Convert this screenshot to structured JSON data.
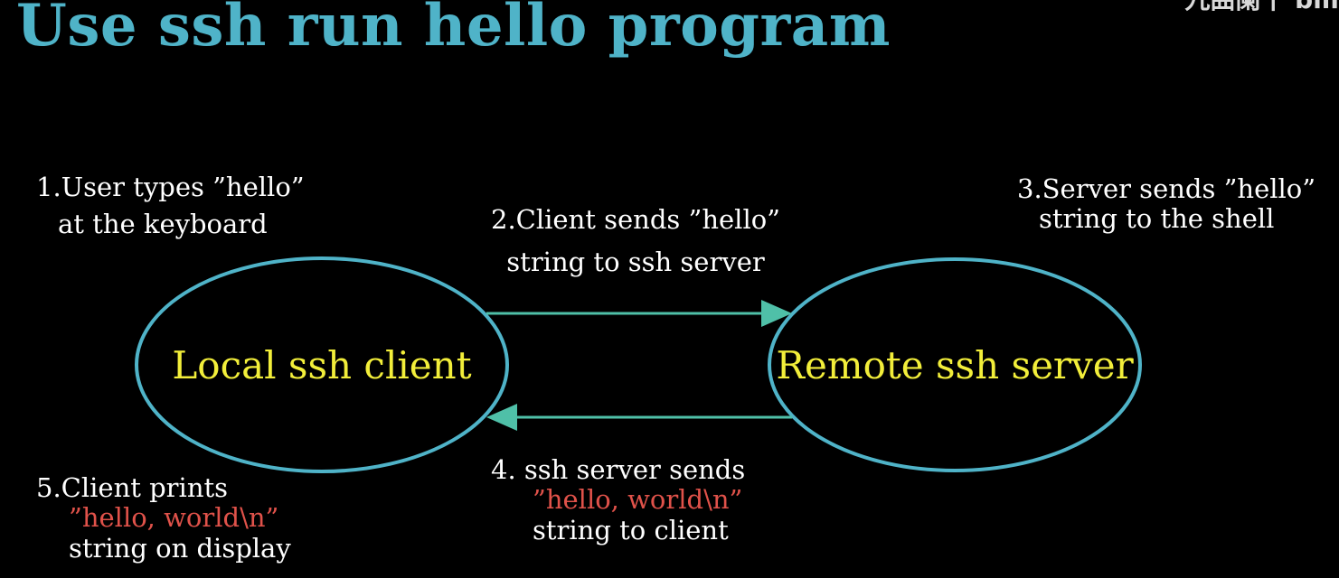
{
  "title": "Use ssh run hello program",
  "watermark": "九曲阑干 bili",
  "nodes": {
    "client": {
      "label": "Local ssh client"
    },
    "server": {
      "label": "Remote ssh server"
    }
  },
  "steps": {
    "step1": {
      "line1": "1.User types ”hello”",
      "line2": "at the keyboard"
    },
    "step2": {
      "line1": "2.Client sends ”hello”",
      "line2": "string to ssh server"
    },
    "step3": {
      "line1": "3.Server sends ”hello”",
      "line2": "string to the shell"
    },
    "step4": {
      "line1": "4. ssh server sends",
      "line2": "”hello, world\\n”",
      "line3": "string to client"
    },
    "step5": {
      "line1": "5.Client prints",
      "line2": "”hello, world\\n”",
      "line3": "string on display"
    }
  },
  "colors": {
    "title": "#4fb3c8",
    "ellipse_stroke": "#4fb3c8",
    "arrow": "#4fc0a8",
    "node_text": "#f2ee3a",
    "highlight_text": "#e0524a"
  }
}
